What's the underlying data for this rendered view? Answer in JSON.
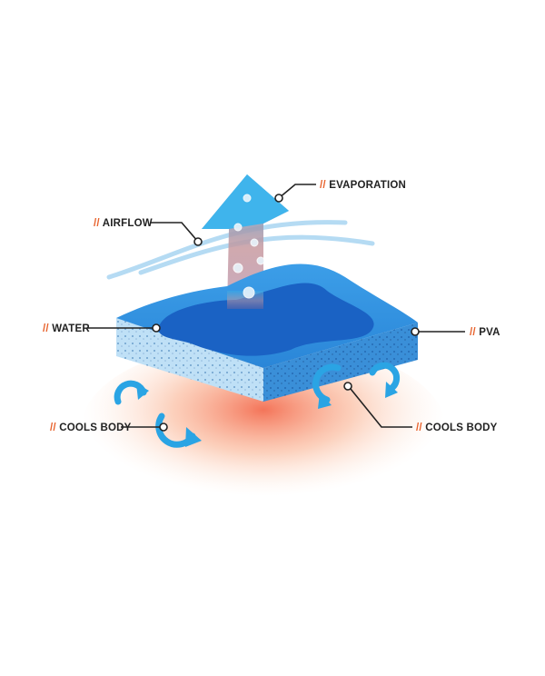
{
  "labels": {
    "slashes": "//",
    "evaporation": "EVAPORATION",
    "airflow": "AIRFLOW",
    "water": "WATER",
    "pva": "PVA",
    "cools_body_left": "COOLS BODY",
    "cools_body_right": "COOLS BODY"
  },
  "colors": {
    "accent": "#e8622c",
    "blue": "#2f8fdc",
    "light_blue": "#3fb4ec",
    "water": "#1a62c4",
    "warm": "#f47a4a"
  }
}
